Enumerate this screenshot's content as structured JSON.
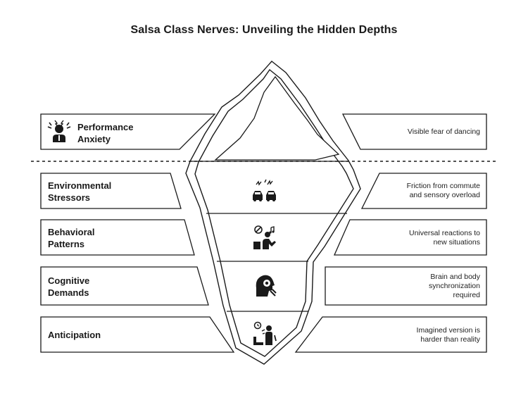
{
  "title": "Salsa Class Nerves: Unveiling the Hidden Depths",
  "layers": [
    {
      "label_line1": "Performance",
      "label_line2": "Anxiety",
      "icon": "stressed-person-icon",
      "description": [
        "Visible fear of dancing"
      ]
    },
    {
      "label_line1": "Environmental",
      "label_line2": "Stressors",
      "icon": "cars-traffic-icon",
      "description": [
        "Friction from commute",
        "and sensory overload"
      ]
    },
    {
      "label_line1": "Behavioral",
      "label_line2": "Patterns",
      "icon": "person-reacting-icon",
      "description": [
        "Universal reactions to",
        "new situations"
      ]
    },
    {
      "label_line1": "Cognitive",
      "label_line2": "Demands",
      "icon": "brain-gear-head-icon",
      "description": [
        "Brain and body",
        "synchronization",
        "required"
      ]
    },
    {
      "label_line1": "Anticipation",
      "label_line2": "",
      "icon": "person-imagining-icon",
      "description": [
        "Imagined version is",
        "harder than reality"
      ]
    }
  ],
  "colors": {
    "ink": "#1a1a1a",
    "background": "#ffffff"
  }
}
